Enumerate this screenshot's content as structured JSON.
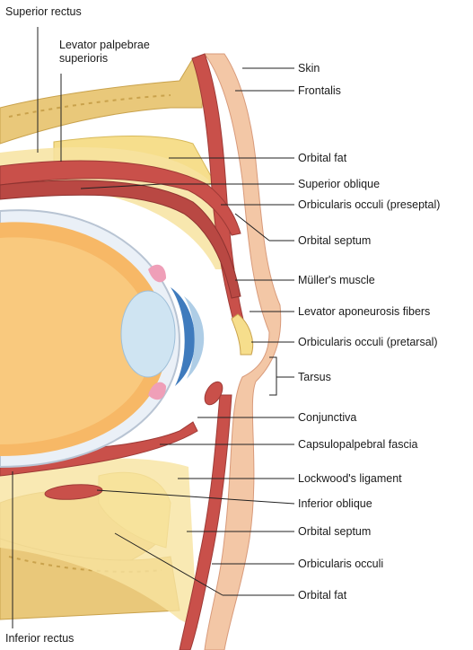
{
  "labels": {
    "superior_rectus": "Superior rectus",
    "levator_line1": "Levator palpebrae",
    "levator_line2": "superioris",
    "skin": "Skin",
    "frontalis": "Frontalis",
    "orbital_fat_upper": "Orbital fat",
    "superior_oblique": "Superior oblique",
    "orbicularis_preseptal": "Orbicularis occuli (preseptal)",
    "orbital_septum_upper": "Orbital septum",
    "muller": "Müller's muscle",
    "levator_aponeurosis": "Levator aponeurosis fibers",
    "orbicularis_pretarsal": "Orbicularis occuli (pretarsal)",
    "tarsus": "Tarsus",
    "conjunctiva": "Conjunctiva",
    "capsulopalpebral": "Capsulopalpebral fascia",
    "lockwood": "Lockwood's ligament",
    "inferior_oblique": "Inferior oblique",
    "orbital_septum_lower": "Orbital septum",
    "orbicularis_lower": "Orbicularis occuli",
    "orbital_fat_lower": "Orbital fat",
    "inferior_rectus": "Inferior rectus"
  },
  "colors": {
    "bone": "#e9c87a",
    "bone_dots": "#c9a24c",
    "fat": "#f6de8c",
    "muscle": "#c9504a",
    "muscle_dark": "#9e3a36",
    "skin": "#f3c7a6",
    "globe": "#f7b866",
    "sclera": "#eaf0f7",
    "cornea": "#cfe4f2",
    "iris": "#3f7bbd",
    "conjunctiva_pink": "#ef9fb8",
    "leader": "#222222"
  }
}
